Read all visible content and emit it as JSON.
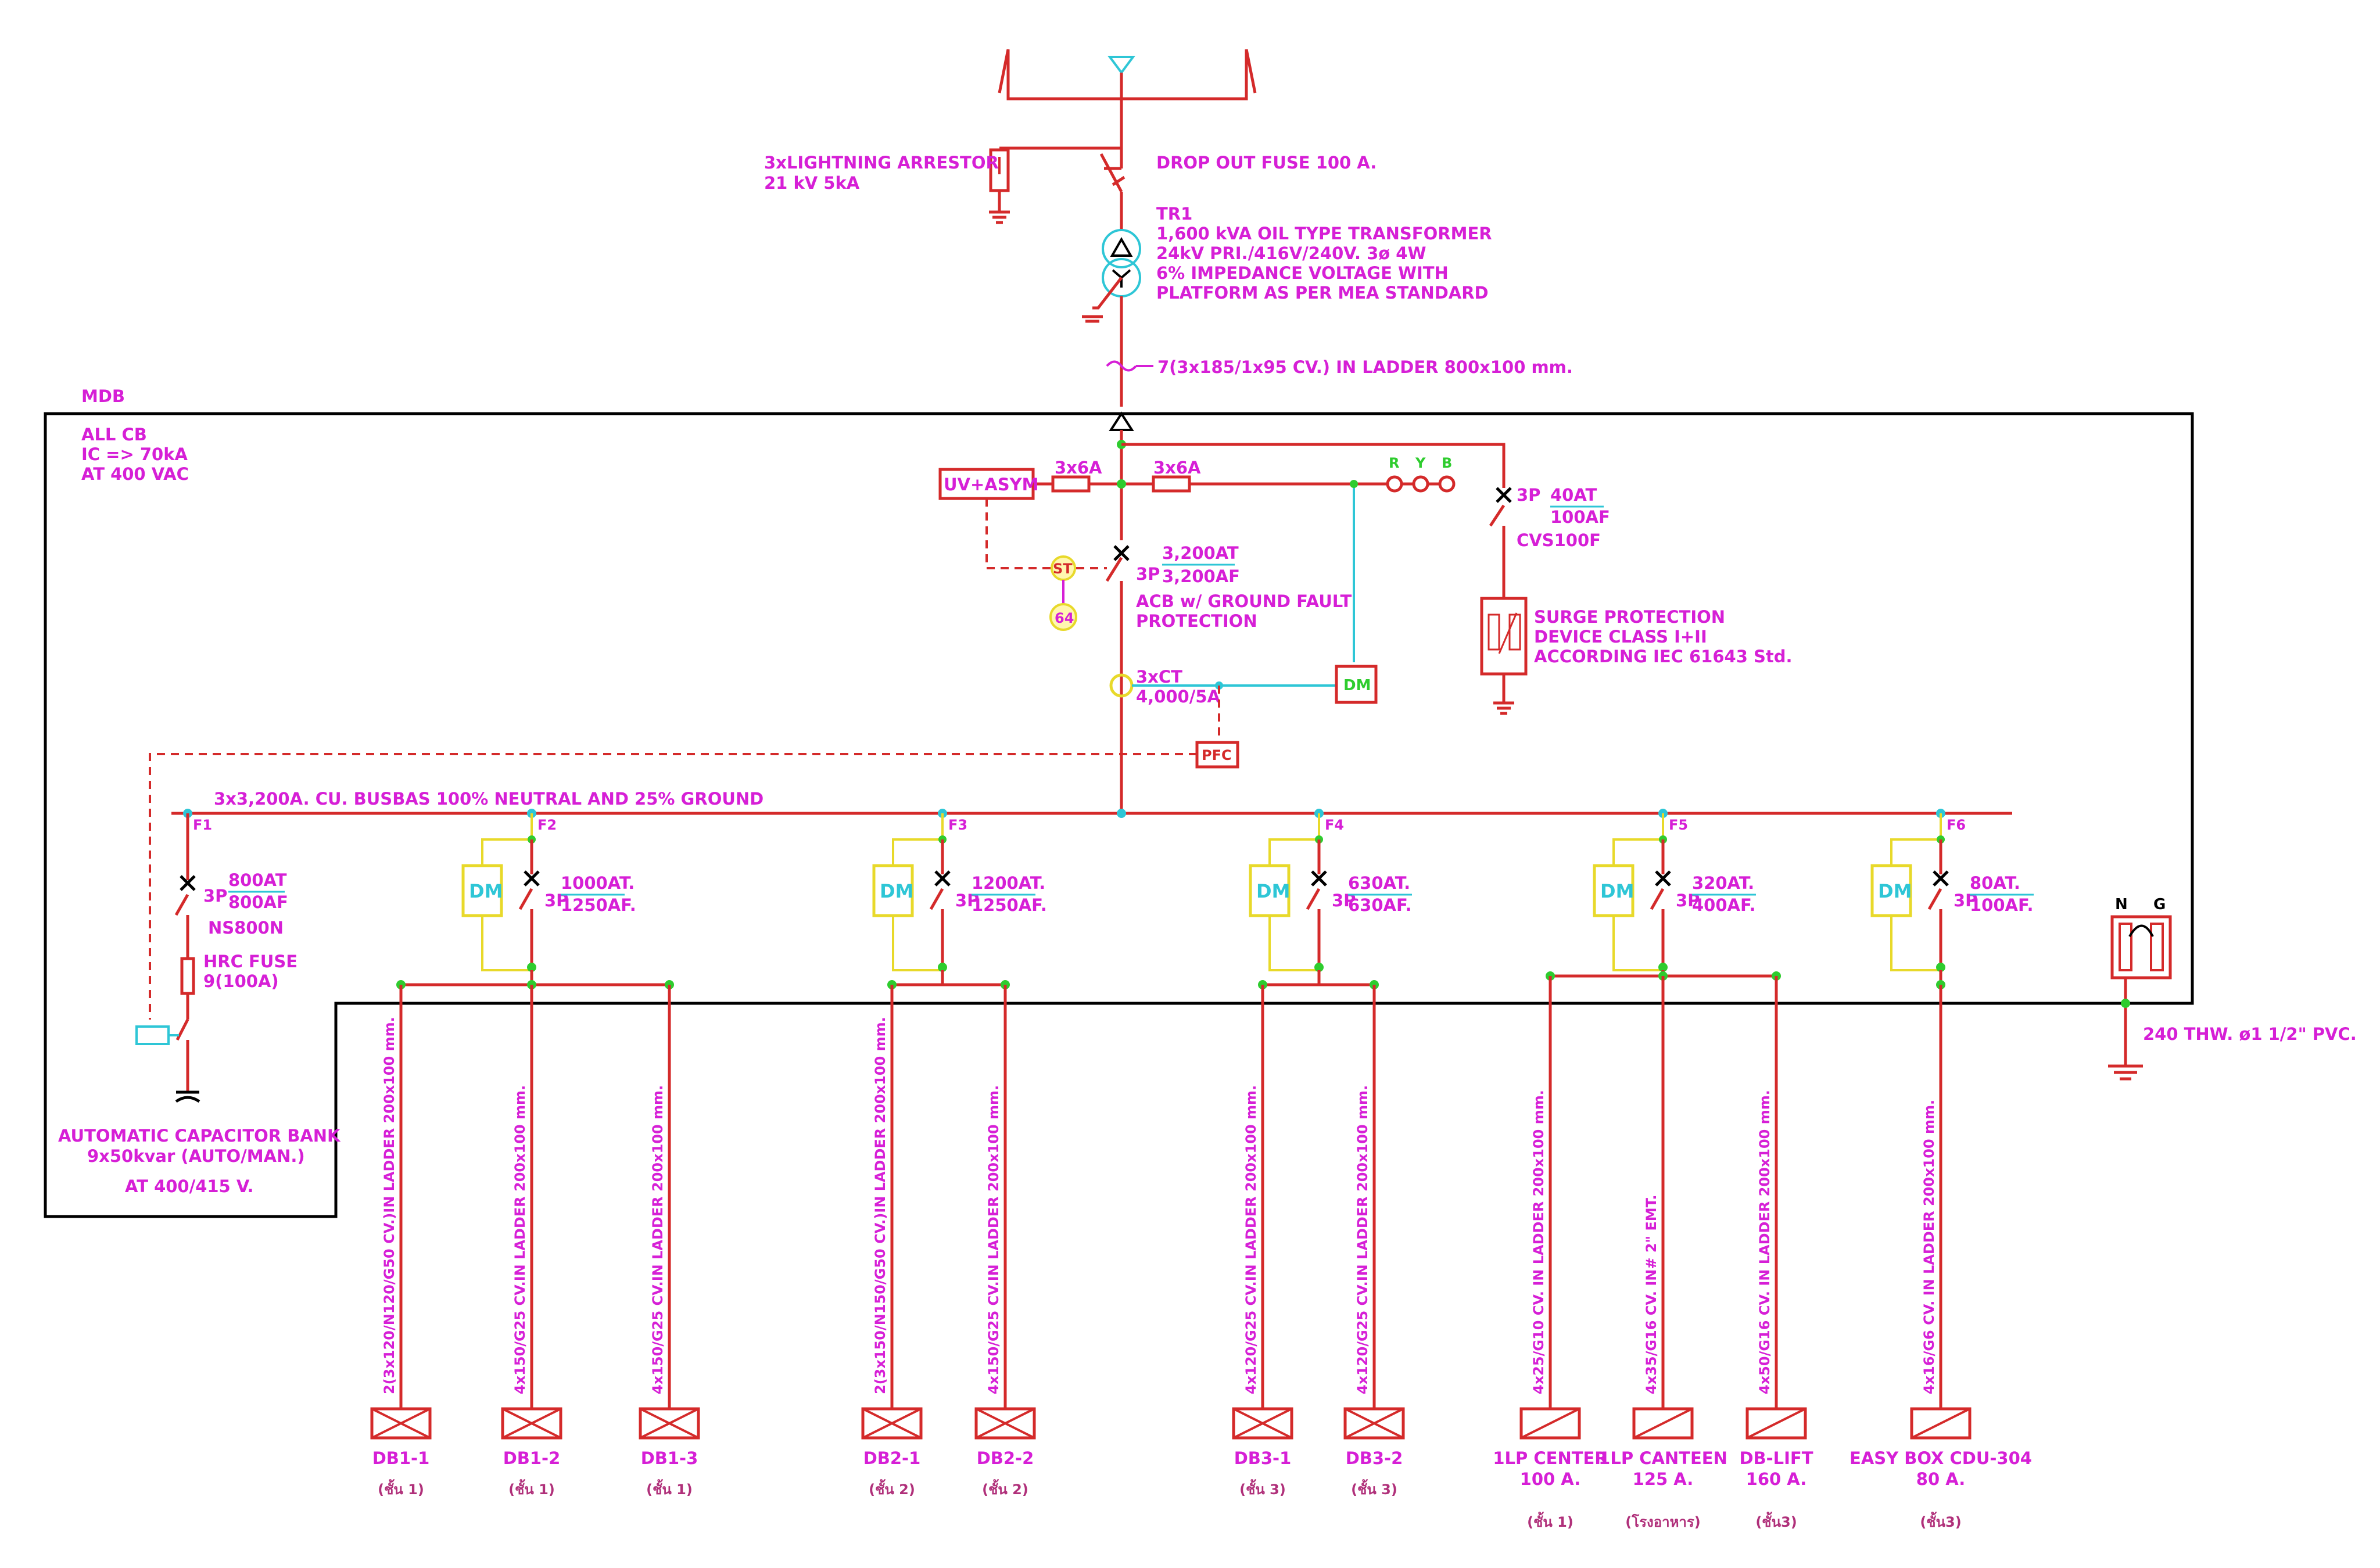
{
  "incoming": {
    "arrestor": [
      "3xLIGHTNING ARRESTOR",
      "21 kV 5kA"
    ],
    "dropout": "DROP OUT FUSE 100 A.",
    "transformer": [
      "TR1",
      "1,600 kVA OIL TYPE TRANSFORMER",
      "24kV PRI./416V/240V. 3ø 4W",
      "6% IMPEDANCE VOLTAGE WITH",
      "PLATFORM AS PER MEA STANDARD"
    ],
    "cable": "7(3x185/1x95 CV.) IN LADDER 800x100 mm."
  },
  "mdb": {
    "title": "MDB",
    "notes": [
      "ALL CB",
      "IC => 70kA",
      "AT 400 VAC"
    ],
    "uv_relay": "UV+ASYM",
    "fuse1": "3x6A",
    "fuse2": "3x6A",
    "phases": [
      "R",
      "Y",
      "B"
    ],
    "main_breaker": {
      "pole": "3P",
      "at": "3,200AT",
      "af": "3,200AF",
      "desc": [
        "ACB w/ GROUND FAULT",
        "PROTECTION"
      ]
    },
    "st": "ST",
    "relay64": "64",
    "ct": [
      "3xCT",
      "4,000/5A"
    ],
    "dm": "DM",
    "pfc": "PFC",
    "surge_breaker": {
      "pole": "3P",
      "at": "40AT",
      "af": "100AF",
      "model": "CVS100F"
    },
    "surge": [
      "SURGE PROTECTION",
      "DEVICE CLASS I+II",
      "ACCORDING IEC 61643 Std."
    ],
    "busbar": "3x3,200A. CU. BUSBAS 100% NEUTRAL AND 25% GROUND"
  },
  "feeders": [
    {
      "id": "F1",
      "pole": "3P",
      "at": "800AT",
      "af": "800AF",
      "model": "NS800N",
      "fuse": [
        "HRC FUSE",
        "9(100A)"
      ]
    },
    {
      "id": "F2",
      "pole": "3P",
      "at": "1000AT.",
      "af": "1250AF.",
      "dm": "DM"
    },
    {
      "id": "F3",
      "pole": "3P",
      "at": "1200AT.",
      "af": "1250AF.",
      "dm": "DM"
    },
    {
      "id": "F4",
      "pole": "3P",
      "at": "630AT.",
      "af": "630AF.",
      "dm": "DM"
    },
    {
      "id": "F5",
      "pole": "3P",
      "at": "320AT.",
      "af": "400AF.",
      "dm": "DM"
    },
    {
      "id": "F6",
      "pole": "3P",
      "at": "80AT.",
      "af": "100AF.",
      "dm": "DM"
    }
  ],
  "capacitor": [
    "AUTOMATIC CAPACITOR BANK",
    "9x50kvar (AUTO/MAN.)",
    "AT 400/415 V."
  ],
  "ground": {
    "n": "N",
    "g": "G",
    "cable": "240 THW. ø1 1/2\" PVC."
  },
  "loads": [
    {
      "name": "DB1-1",
      "sub": "(ชั้น 1)",
      "cable": "2(3x120/N120/G50 CV.)IN LADDER 200x100 mm."
    },
    {
      "name": "DB1-2",
      "sub": "(ชั้น 1)",
      "cable": "4x150/G25 CV.IN LADDER 200x100 mm."
    },
    {
      "name": "DB1-3",
      "sub": "(ชั้น 1)",
      "cable": "4x150/G25 CV.IN LADDER 200x100 mm."
    },
    {
      "name": "DB2-1",
      "sub": "(ชั้น 2)",
      "cable": "2(3x150/N150/G50 CV.)IN LADDER 200x100 mm."
    },
    {
      "name": "DB2-2",
      "sub": "(ชั้น 2)",
      "cable": "4x150/G25 CV.IN LADDER 200x100 mm."
    },
    {
      "name": "DB3-1",
      "sub": "(ชั้น 3)",
      "cable": "4x120/G25 CV.IN LADDER 200x100 mm."
    },
    {
      "name": "DB3-2",
      "sub": "(ชั้น 3)",
      "cable": "4x120/G25 CV.IN LADDER 200x100 mm."
    },
    {
      "name": "1LP CENTER",
      "rating": "100 A.",
      "sub": "(ชั้น 1)",
      "cable": "4x25/G10 CV. IN LADDER 200x100 mm."
    },
    {
      "name": "1LP CANTEEN",
      "rating": "125 A.",
      "sub": "(โรงอาหาร)",
      "cable": "4x35/G16 CV. IN# 2\" EMT."
    },
    {
      "name": "DB-LIFT",
      "rating": "160 A.",
      "sub": "(ชั้น3)",
      "cable": "4x50/G16 CV. IN LADDER 200x100 mm."
    },
    {
      "name": "EASY BOX CDU-304",
      "rating": "80 A.",
      "sub": "(ชั้น3)",
      "cable": "4x16/G6 CV. IN LADDER 200x100 mm."
    }
  ]
}
